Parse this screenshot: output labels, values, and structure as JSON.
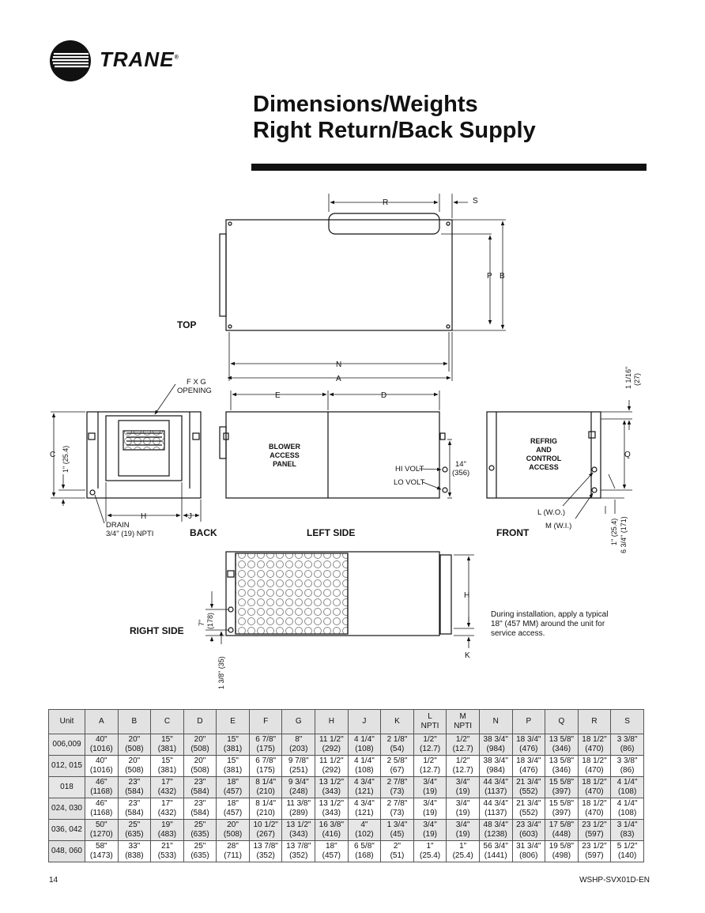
{
  "header": {
    "brand": "TRANE",
    "registered_mark": "®",
    "title_line1": "Dimensions/Weights",
    "title_line2": "Right Return/Back Supply"
  },
  "views": {
    "top": "TOP",
    "back": "BACK",
    "left_side": "LEFT SIDE",
    "front": "FRONT",
    "right_side": "RIGHT SIDE"
  },
  "callouts": {
    "fxg_opening_1": "F X G",
    "fxg_opening_2": "OPENING",
    "blower_1": "BLOWER",
    "blower_2": "ACCESS",
    "blower_3": "PANEL",
    "refrig_1": "REFRIG",
    "refrig_2": "AND",
    "refrig_3": "CONTROL",
    "refrig_4": "ACCESS",
    "hi_volt": "HI VOLT",
    "lo_volt": "LO VOLT",
    "drain_1": "DRAIN",
    "drain_2": "3/4\" (19) NPTI",
    "lwo": "L (W.O.)",
    "mwi": "M (W.I.)",
    "dim_14": "14\"",
    "dim_356": "(356)",
    "dim_1_1_16": "1 1/16\"",
    "dim_27": "(27)",
    "dim_1_25": "1\" (25.4)",
    "dim_1_25_front": "1\" (25.4)",
    "dim_6_3_4": "6 3/4\" (171)",
    "dim_7": "7\"",
    "dim_178": "(178)",
    "dim_1_3_8": "1 3/8\" (35)",
    "install_note_1": "During installation, apply a typical",
    "install_note_2": "18\" (457 MM) around the unit for",
    "install_note_3": "service access."
  },
  "dim_letters": {
    "R": "R",
    "S": "S",
    "P": "P",
    "B": "B",
    "N": "N",
    "A": "A",
    "E": "E",
    "D": "D",
    "C": "C",
    "H": "H",
    "J": "J",
    "Q": "Q",
    "K": "K",
    "H2": "H"
  },
  "table": {
    "headers": [
      "Unit",
      "A",
      "B",
      "C",
      "D",
      "E",
      "F",
      "G",
      "H",
      "J",
      "K",
      "L NPTI",
      "M NPTI",
      "N",
      "P",
      "Q",
      "R",
      "S"
    ],
    "rows": [
      {
        "unit": "006,009",
        "cells": [
          [
            "40\"",
            "(1016)"
          ],
          [
            "20\"",
            "(508)"
          ],
          [
            "15\"",
            "(381)"
          ],
          [
            "20\"",
            "(508)"
          ],
          [
            "15\"",
            "(381)"
          ],
          [
            "6 7/8\"",
            "(175)"
          ],
          [
            "8\"",
            "(203)"
          ],
          [
            "11 1/2\"",
            "(292)"
          ],
          [
            "4 1/4\"",
            "(108)"
          ],
          [
            "2 1/8\"",
            "(54)"
          ],
          [
            "1/2\"",
            "(12.7)"
          ],
          [
            "1/2\"",
            "(12.7)"
          ],
          [
            "38 3/4\"",
            "(984)"
          ],
          [
            "18 3/4\"",
            "(476)"
          ],
          [
            "13 5/8\"",
            "(346)"
          ],
          [
            "18 1/2\"",
            "(470)"
          ],
          [
            "3 3/8\"",
            "(86)"
          ]
        ]
      },
      {
        "unit": "012, 015",
        "cells": [
          [
            "40\"",
            "(1016)"
          ],
          [
            "20\"",
            "(508)"
          ],
          [
            "15\"",
            "(381)"
          ],
          [
            "20\"",
            "(508)"
          ],
          [
            "15\"",
            "(381)"
          ],
          [
            "6 7/8\"",
            "(175)"
          ],
          [
            "9 7/8\"",
            "(251)"
          ],
          [
            "11 1/2\"",
            "(292)"
          ],
          [
            "4 1/4\"",
            "(108)"
          ],
          [
            "2 5/8\"",
            "(67)"
          ],
          [
            "1/2\"",
            "(12.7)"
          ],
          [
            "1/2\"",
            "(12.7)"
          ],
          [
            "38 3/4\"",
            "(984)"
          ],
          [
            "18 3/4\"",
            "(476)"
          ],
          [
            "13 5/8\"",
            "(346)"
          ],
          [
            "18 1/2\"",
            "(470)"
          ],
          [
            "3 3/8\"",
            "(86)"
          ]
        ]
      },
      {
        "unit": "018",
        "cells": [
          [
            "46\"",
            "(1168)"
          ],
          [
            "23\"",
            "(584)"
          ],
          [
            "17\"",
            "(432)"
          ],
          [
            "23\"",
            "(584)"
          ],
          [
            "18\"",
            "(457)"
          ],
          [
            "8 1/4\"",
            "(210)"
          ],
          [
            "9 3/4\"",
            "(248)"
          ],
          [
            "13 1/2\"",
            "(343)"
          ],
          [
            "4 3/4\"",
            "(121)"
          ],
          [
            "2 7/8\"",
            "(73)"
          ],
          [
            "3/4\"",
            "(19)"
          ],
          [
            "3/4\"",
            "(19)"
          ],
          [
            "44 3/4\"",
            "(1137)"
          ],
          [
            "21 3/4\"",
            "(552)"
          ],
          [
            "15 5/8\"",
            "(397)"
          ],
          [
            "18 1/2\"",
            "(470)"
          ],
          [
            "4 1/4\"",
            "(108)"
          ]
        ]
      },
      {
        "unit": "024, 030",
        "cells": [
          [
            "46\"",
            "(1168)"
          ],
          [
            "23\"",
            "(584)"
          ],
          [
            "17\"",
            "(432)"
          ],
          [
            "23\"",
            "(584)"
          ],
          [
            "18\"",
            "(457)"
          ],
          [
            "8 1/4\"",
            "(210)"
          ],
          [
            "11 3/8\"",
            "(289)"
          ],
          [
            "13 1/2\"",
            "(343)"
          ],
          [
            "4 3/4\"",
            "(121)"
          ],
          [
            "2 7/8\"",
            "(73)"
          ],
          [
            "3/4\"",
            "(19)"
          ],
          [
            "3/4\"",
            "(19)"
          ],
          [
            "44 3/4\"",
            "(1137)"
          ],
          [
            "21 3/4\"",
            "(552)"
          ],
          [
            "15 5/8\"",
            "(397)"
          ],
          [
            "18 1/2\"",
            "(470)"
          ],
          [
            "4 1/4\"",
            "(108)"
          ]
        ]
      },
      {
        "unit": "036, 042",
        "cells": [
          [
            "50\"",
            "(1270)"
          ],
          [
            "25\"",
            "(635)"
          ],
          [
            "19\"",
            "(483)"
          ],
          [
            "25\"",
            "(635)"
          ],
          [
            "20\"",
            "(508)"
          ],
          [
            "10 1/2\"",
            "(267)"
          ],
          [
            "13 1/2\"",
            "(343)"
          ],
          [
            "16 3/8\"",
            "(416)"
          ],
          [
            "4\"",
            "(102)"
          ],
          [
            "1 3/4\"",
            "(45)"
          ],
          [
            "3/4\"",
            "(19)"
          ],
          [
            "3/4\"",
            "(19)"
          ],
          [
            "48 3/4\"",
            "(1238)"
          ],
          [
            "23 3/4\"",
            "(603)"
          ],
          [
            "17 5/8\"",
            "(448)"
          ],
          [
            "23 1/2\"",
            "(597)"
          ],
          [
            "3 1/4\"",
            "(83)"
          ]
        ]
      },
      {
        "unit": "048, 060",
        "cells": [
          [
            "58\"",
            "(1473)"
          ],
          [
            "33\"",
            "(838)"
          ],
          [
            "21\"",
            "(533)"
          ],
          [
            "25\"",
            "(635)"
          ],
          [
            "28\"",
            "(711)"
          ],
          [
            "13 7/8\"",
            "(352)"
          ],
          [
            "13 7/8\"",
            "(352)"
          ],
          [
            "18\"",
            "(457)"
          ],
          [
            "6 5/8\"",
            "(168)"
          ],
          [
            "2\"",
            "(51)"
          ],
          [
            "1\"",
            "(25.4)"
          ],
          [
            "1\"",
            "(25.4)"
          ],
          [
            "56 3/4\"",
            "(1441)"
          ],
          [
            "31 3/4\"",
            "(806)"
          ],
          [
            "19 5/8\"",
            "(498)"
          ],
          [
            "23 1/2\"",
            "(597)"
          ],
          [
            "5 1/2\"",
            "(140)"
          ]
        ]
      }
    ]
  },
  "footer": {
    "page_number": "14",
    "doc_id": "WSHP-SVX01D-EN"
  }
}
